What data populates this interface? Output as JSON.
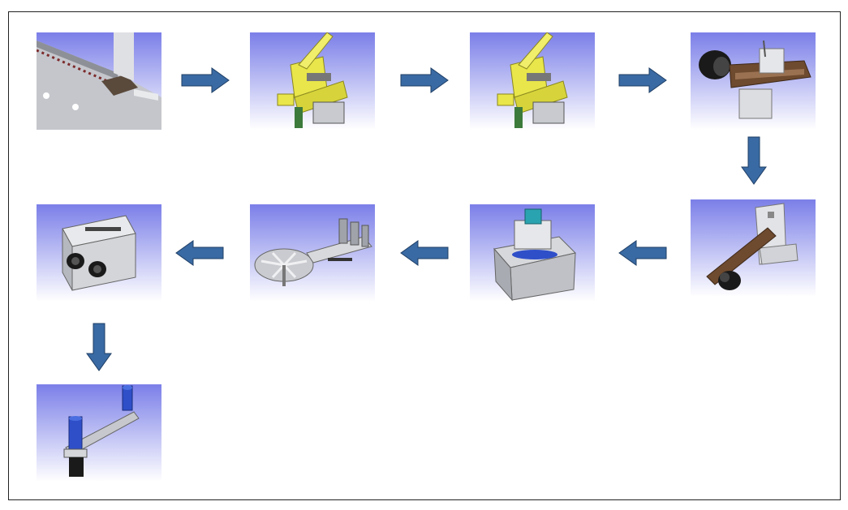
{
  "colors": {
    "tile_top": "#7b7fe8",
    "tile_bottom": "#ffffff",
    "arrow_fill": "#3a6aa3",
    "arrow_stroke": "#1f3f66",
    "part_yellow": "#e8e64a",
    "part_blue": "#2f4fc9",
    "metal": "#b9bcc2",
    "dark": "#1a1a1a",
    "brown": "#6e4a2e"
  },
  "diagram": {
    "steps": [
      {
        "id": 1,
        "icon": "rail-conveyor-feeder-icon"
      },
      {
        "id": 2,
        "icon": "yellow-hopper-unit-icon"
      },
      {
        "id": 3,
        "icon": "yellow-hopper-unit-icon"
      },
      {
        "id": 4,
        "icon": "belt-motor-unit-icon"
      },
      {
        "id": 5,
        "icon": "belt-bracket-motor-icon"
      },
      {
        "id": 6,
        "icon": "housing-stand-module-icon"
      },
      {
        "id": 7,
        "icon": "rotary-disc-plate-icon"
      },
      {
        "id": 8,
        "icon": "camera-housing-icon"
      },
      {
        "id": 9,
        "icon": "blue-pin-actuator-icon"
      }
    ],
    "flow": [
      "right",
      "right",
      "right",
      "down",
      "left",
      "left",
      "left",
      "down"
    ]
  }
}
